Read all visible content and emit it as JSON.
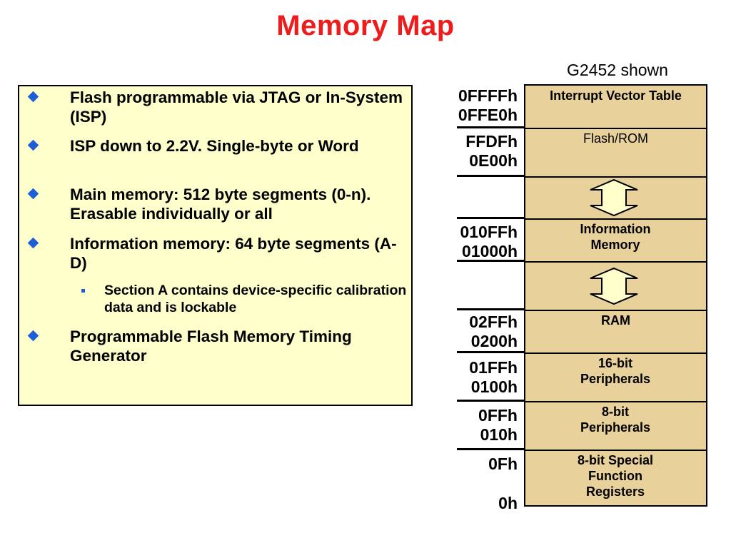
{
  "title": "Memory Map",
  "subtitle": "G2452 shown",
  "bullets": [
    {
      "text": "Flash programmable via JTAG or In-System (ISP)"
    },
    {
      "text": "ISP down to 2.2V. Single-byte or Word"
    },
    {
      "text": "Main memory: 512 byte segments (0-n). Erasable individually or all"
    },
    {
      "text": "Information memory: 64 byte segments (A-D)"
    },
    {
      "text": "Programmable Flash Memory Timing Generator"
    }
  ],
  "sub_bullet": "Section A contains device-specific calibration data and is lockable",
  "memory_map": {
    "segments": [
      {
        "label": "Interrupt Vector Table",
        "addr_high": "0FFFFh",
        "addr_low": "0FFE0h"
      },
      {
        "label": "Flash/ROM",
        "addr_high": "FFDFh",
        "addr_low": "0E00h"
      },
      {
        "label": "",
        "addr_high": "",
        "addr_low": ""
      },
      {
        "label": "Information Memory",
        "addr_high": "010FFh",
        "addr_low": "01000h"
      },
      {
        "label": "",
        "addr_high": "",
        "addr_low": ""
      },
      {
        "label": "RAM",
        "addr_high": "02FFh",
        "addr_low": "0200h"
      },
      {
        "label": "16-bit Peripherals",
        "addr_high": "01FFh",
        "addr_low": "0100h"
      },
      {
        "label": "8-bit Peripherals",
        "addr_high": "0FFh",
        "addr_low": "010h"
      },
      {
        "label": "8-bit Special Function Registers",
        "addr_high": "0Fh",
        "addr_low": "0h"
      }
    ]
  },
  "colors": {
    "title": "#ee1c1c",
    "bullet_box_bg": "#ffffcc",
    "bullet_marker": "#1f5fd6",
    "memory_fill": "#e8d19a"
  }
}
